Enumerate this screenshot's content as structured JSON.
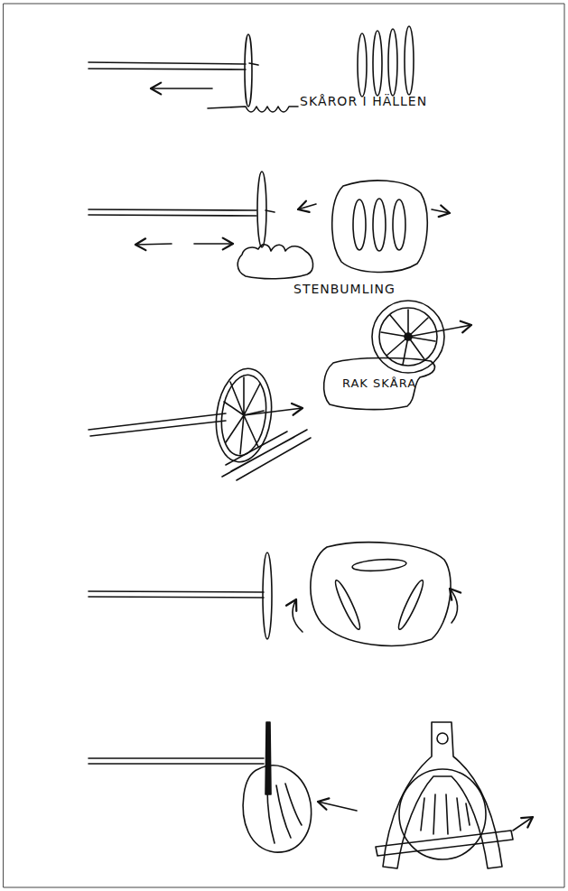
{
  "diagram": {
    "nodes": [
      {
        "text": [
          "RAK SKÅRA"
        ]
      }
    ],
    "labels": [
      "SKÅROR I HÄLLEN",
      "STENBUMLING"
    ]
  }
}
